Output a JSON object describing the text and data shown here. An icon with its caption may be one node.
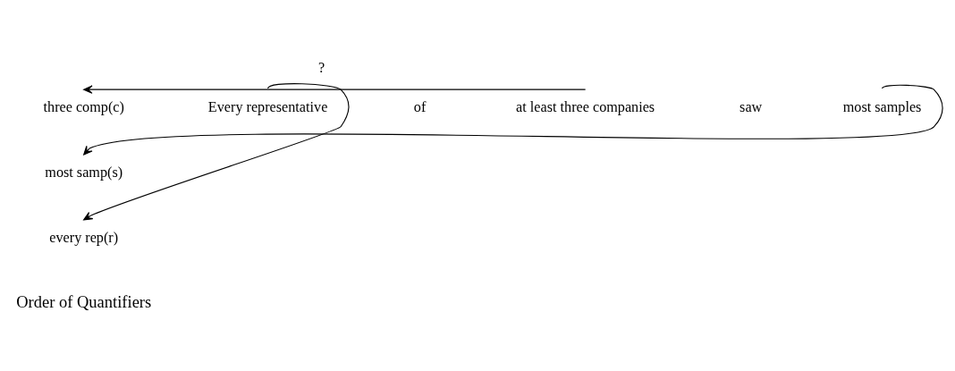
{
  "diagram": {
    "nodes": [
      {
        "text": [
          "three comp(c)"
        ]
      },
      {
        "text": [
          "most samp(s)"
        ]
      },
      {
        "text": [
          "every rep(r)"
        ]
      },
      {
        "text": [
          "Every representative"
        ]
      },
      {
        "text": [
          "of"
        ]
      },
      {
        "text": [
          "at least three companies"
        ]
      },
      {
        "text": [
          "saw"
        ]
      },
      {
        "text": [
          "most samples"
        ]
      }
    ],
    "edges": [
      {
        "from": 5,
        "to": 0,
        "arrow": "to",
        "label": "?"
      },
      {
        "from": 7,
        "to": 1,
        "arrow": "to"
      },
      {
        "from": 3,
        "to": 2,
        "arrow": "to"
      }
    ],
    "labels": [
      "Order of Quantifiers"
    ]
  }
}
